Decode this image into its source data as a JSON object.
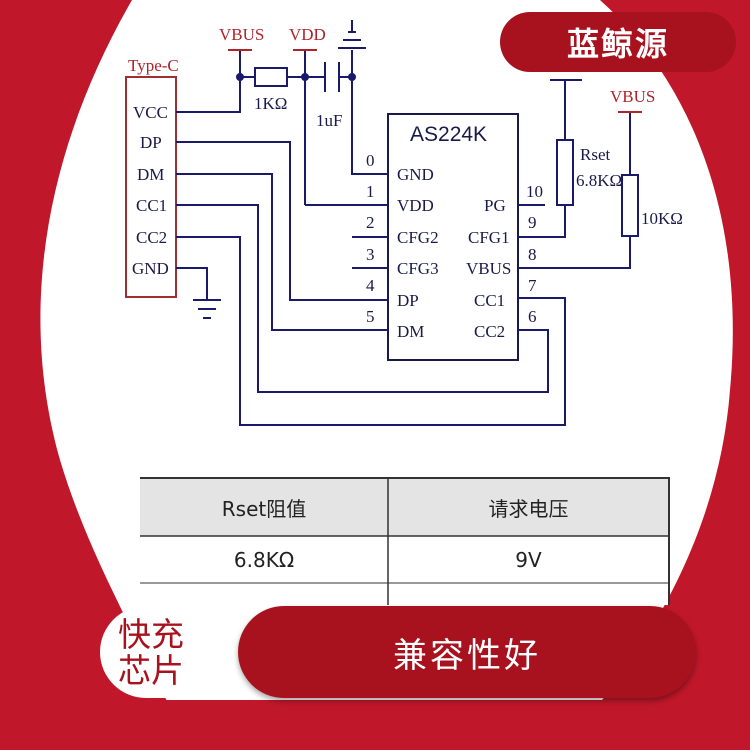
{
  "brand": {
    "name": "蓝鲸源",
    "color": "#a8121f"
  },
  "schematic": {
    "chip_name": "AS224K",
    "connector_title": "Type-C",
    "connector_pins": [
      "VCC",
      "DP",
      "DM",
      "CC1",
      "CC2",
      "GND"
    ],
    "chip_left_pins": [
      {
        "num": "0",
        "name": "GND"
      },
      {
        "num": "1",
        "name": "VDD"
      },
      {
        "num": "2",
        "name": "CFG2"
      },
      {
        "num": "3",
        "name": "CFG3"
      },
      {
        "num": "4",
        "name": "DP"
      },
      {
        "num": "5",
        "name": "DM"
      }
    ],
    "chip_right_pins": [
      {
        "num": "10",
        "name": "PG"
      },
      {
        "num": "9",
        "name": "CFG1"
      },
      {
        "num": "8",
        "name": "VBUS"
      },
      {
        "num": "7",
        "name": "CC1"
      },
      {
        "num": "6",
        "name": "CC2"
      }
    ],
    "rail_vbus_left": "VBUS",
    "rail_vdd": "VDD",
    "rail_vbus_right": "VBUS",
    "resistor_1k": "1KΩ",
    "capacitor": "1uF",
    "rset_label": "Rset",
    "rset_value": "6.8KΩ",
    "resistor_10k": "10KΩ"
  },
  "table": {
    "headers": [
      "Rset阻值",
      "请求电压"
    ],
    "rows": [
      [
        "6.8KΩ",
        "9V"
      ]
    ]
  },
  "footer": {
    "chip_line1": "快充",
    "chip_line2": "芯片",
    "pill_text": "兼容性好"
  }
}
